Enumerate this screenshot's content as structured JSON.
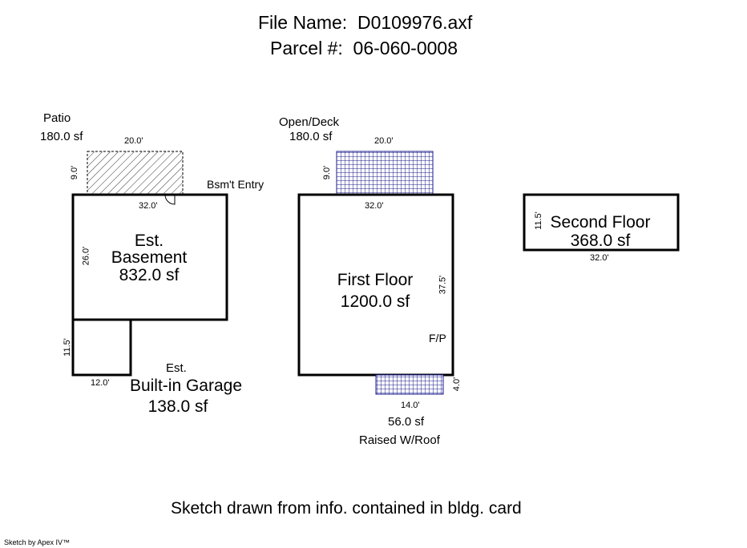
{
  "header": {
    "file_name_label": "File Name:",
    "file_name": "D0109976.axf",
    "parcel_label": "Parcel #:",
    "parcel": "06-060-0008"
  },
  "areas": {
    "patio": {
      "name": "Patio",
      "area": "180.0 sf",
      "width": "20.0'",
      "depth": "9.0'"
    },
    "basement_entry": "Bsm't Entry",
    "basement": {
      "line1": "Est.",
      "line2": "Basement",
      "area": "832.0 sf",
      "width": "32.0'",
      "depth": "26.0'"
    },
    "garage": {
      "line1": "Est.",
      "line2": "Built-in Garage",
      "area": "138.0 sf",
      "width": "12.0'",
      "depth": "11.5'"
    },
    "open_deck": {
      "name": "Open/Deck",
      "area": "180.0 sf",
      "width": "20.0'",
      "depth": "9.0'"
    },
    "first_floor": {
      "name": "First Floor",
      "area": "1200.0 sf",
      "width": "32.0'",
      "depth": "37.5'",
      "fireplace": "F/P"
    },
    "raised": {
      "area": "56.0 sf",
      "name": "Raised W/Roof",
      "width": "14.0'",
      "depth": "4.0'"
    },
    "second_floor": {
      "name": "Second Floor",
      "area": "368.0 sf",
      "width": "32.0'",
      "depth": "11.5'"
    }
  },
  "footer": {
    "note": "Sketch drawn from info. contained in bldg. card",
    "credit": "Sketch by Apex IV™"
  }
}
